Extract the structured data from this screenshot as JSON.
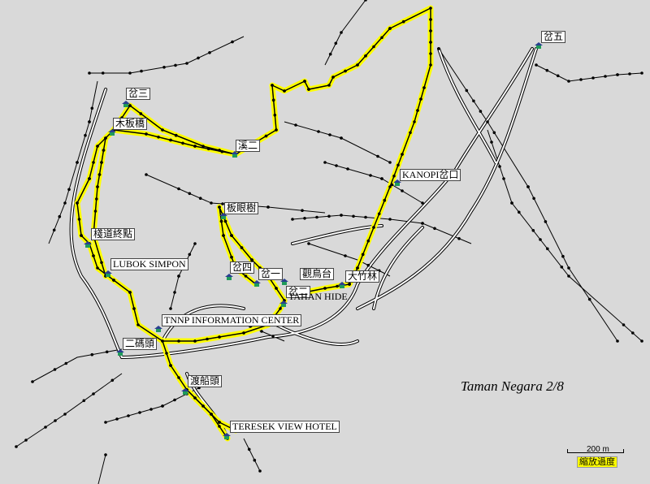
{
  "map": {
    "title": "Taman Negara 2/8",
    "scale_label": "200 m",
    "zoom_label": "縮放過度",
    "colors": {
      "background": "#d9d9d9",
      "road": "#ffffff",
      "road_edge": "#000000",
      "track": "#ffff00",
      "dots": "#000000"
    },
    "places": [
      {
        "name": "岔三"
      },
      {
        "name": "木板橋"
      },
      {
        "name": "溪二"
      },
      {
        "name": "岔五"
      },
      {
        "name": "KANOPI岔口"
      },
      {
        "name": "板眼樹"
      },
      {
        "name": "棧道終點"
      },
      {
        "name": "LUBOK SIMPON"
      },
      {
        "name": "岔四"
      },
      {
        "name": "岔一"
      },
      {
        "name": "觀鳥台"
      },
      {
        "name": "大竹林"
      },
      {
        "name": "岔二"
      },
      {
        "name": "TAHAN HIDE"
      },
      {
        "name": "TNNP INFORMATION CENTER"
      },
      {
        "name": "二碼頭"
      },
      {
        "name": "渡船頭"
      },
      {
        "name": "TERESEK VIEW HOTEL"
      }
    ]
  }
}
